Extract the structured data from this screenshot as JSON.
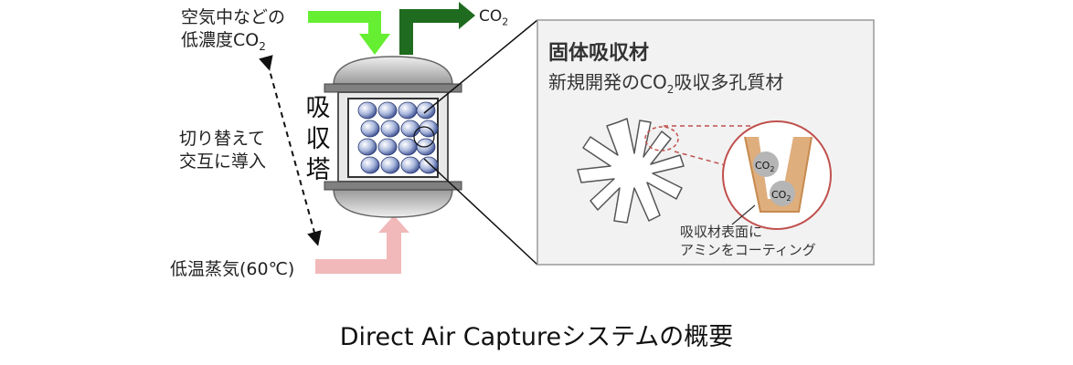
{
  "inputs": {
    "air_line1": "空気中などの",
    "air_line2_prefix": "低濃度",
    "co2_main": "CO",
    "co2_sub": "2",
    "steam": "低温蒸気(60℃)"
  },
  "output": {
    "co2_main": "CO",
    "co2_sub": "2"
  },
  "switching": {
    "line1": "切り替えて",
    "line2": "交互に導入"
  },
  "tower": {
    "char1": "吸",
    "char2": "収",
    "char3": "塔"
  },
  "panel": {
    "title": "固体吸収材",
    "subtitle_prefix": "新規開発の",
    "subtitle_co2": "CO",
    "subtitle_sub": "2",
    "subtitle_suffix": "吸収多孔質材",
    "molecule_main": "CO",
    "molecule_sub": "2",
    "coating_line1": "吸収材表面に",
    "coating_line2": "アミンをコーティング"
  },
  "caption": "Direct Air Captureシステムの概要",
  "colors": {
    "air_arrow": "#66ee33",
    "co2_arrow": "#1f6b1f",
    "steam_arrow": "#f1b9b9",
    "panel_bg": "#f2f2f2",
    "panel_border": "#9a9a9a",
    "zoom_ring": "#c0504d",
    "coating": "#d9a066",
    "molecule": "#b5b5b5"
  }
}
